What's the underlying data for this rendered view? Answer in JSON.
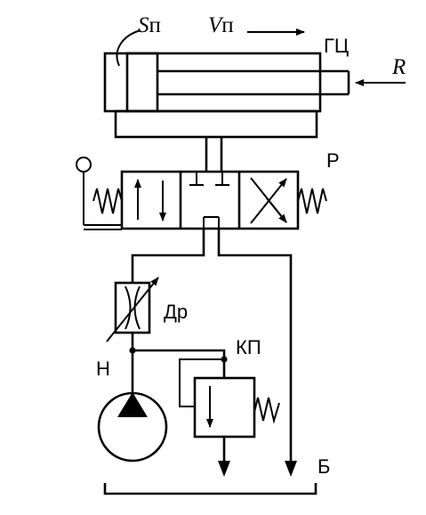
{
  "labels": {
    "piston_area_symbol": "S",
    "piston_area_sub": "п",
    "piston_speed_symbol": "V",
    "piston_speed_sub": "п",
    "cylinder": "ГЦ",
    "load": "R",
    "distributor": "Р",
    "throttle": "Др",
    "pump": "Н",
    "relief_valve": "КП",
    "tank": "Б"
  }
}
